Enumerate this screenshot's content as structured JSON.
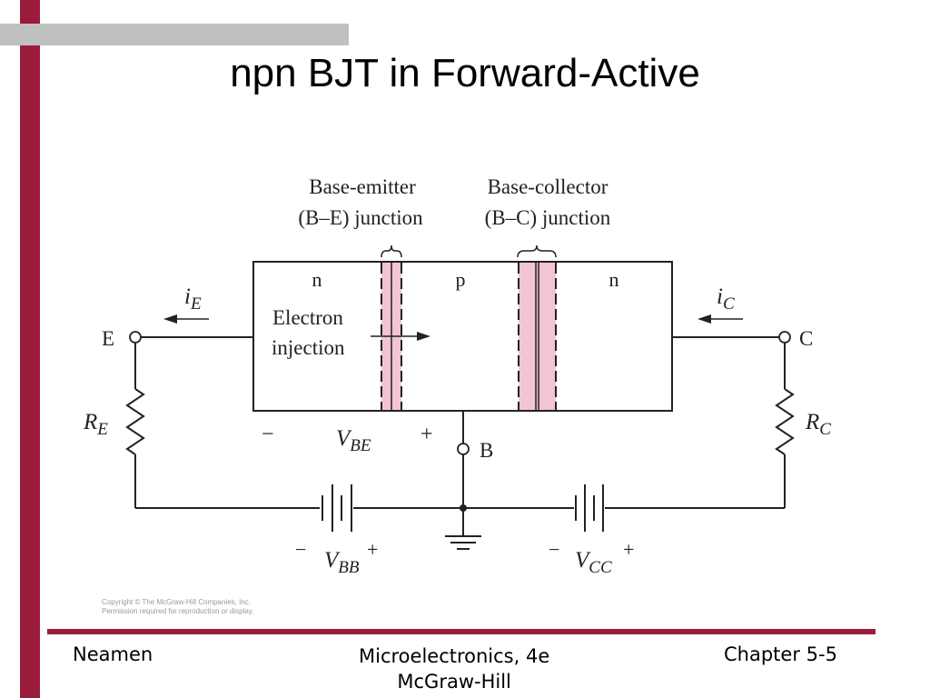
{
  "slide": {
    "title": "npn BJT in Forward-Active",
    "copyright_line1": "Copyright © The McGraw-Hill Companies, Inc.",
    "copyright_line2": "Permission required for reproduction or display."
  },
  "diagram": {
    "be_label_line1": "Base-emitter",
    "be_label_line2": "(B–E) junction",
    "bc_label_line1": "Base-collector",
    "bc_label_line2": "(B–C) junction",
    "region_n_left": "n",
    "region_p": "p",
    "region_n_right": "n",
    "electron_line1": "Electron",
    "electron_line2": "injection",
    "terminal_e": "E",
    "terminal_c": "C",
    "terminal_b": "B",
    "current_e": "i",
    "current_e_sub": "E",
    "current_c": "i",
    "current_c_sub": "C",
    "resistor_e": "R",
    "resistor_e_sub": "E",
    "resistor_c": "R",
    "resistor_c_sub": "C",
    "vbe_minus": "−",
    "vbe": "V",
    "vbe_sub": "BE",
    "vbe_plus": "+",
    "vbb_minus": "−",
    "vbb": "V",
    "vbb_sub": "BB",
    "vbb_plus": "+",
    "vcc_minus": "−",
    "vcc": "V",
    "vcc_sub": "CC",
    "vcc_plus": "+",
    "junction_fill": "#f2c4d4"
  },
  "footer": {
    "left": "Neamen",
    "center_line1": "Microelectronics, 4e",
    "center_line2": "McGraw-Hill",
    "right": "Chapter 5-5"
  }
}
